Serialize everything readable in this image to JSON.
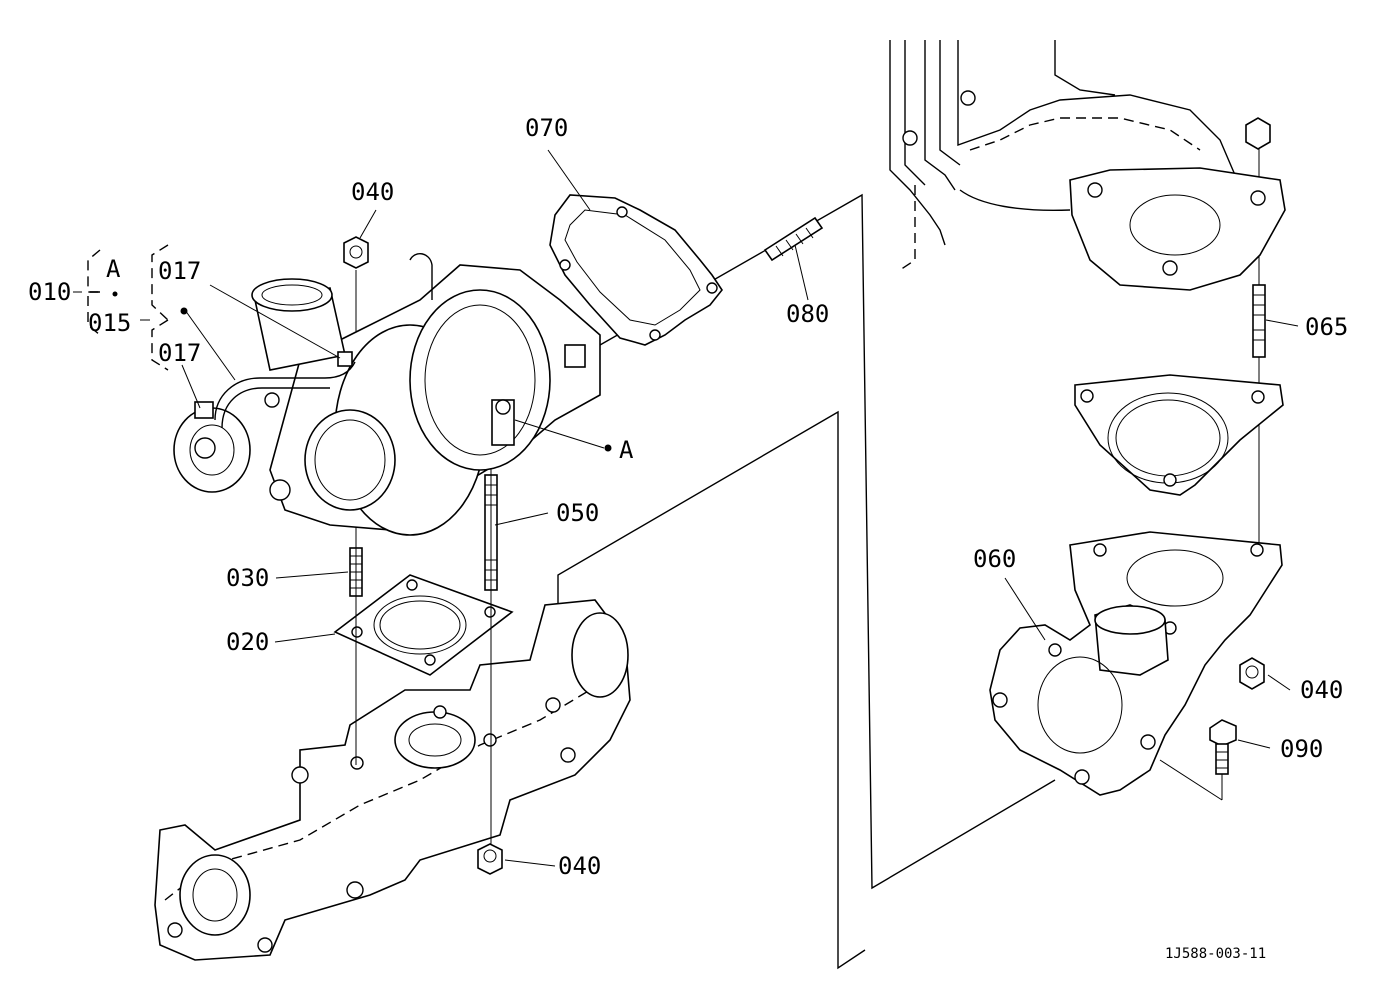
{
  "callouts": {
    "p010": "010",
    "p015": "015",
    "p017a": "017",
    "p017b": "017",
    "p020": "020",
    "p030": "030",
    "p040a": "040",
    "p040b": "040",
    "p040c": "040",
    "p050": "050",
    "p060": "060",
    "p065": "065",
    "p070": "070",
    "p080": "080",
    "p090": "090",
    "markA1": "A",
    "markA2": "A"
  },
  "reference": "1J588-003-11"
}
